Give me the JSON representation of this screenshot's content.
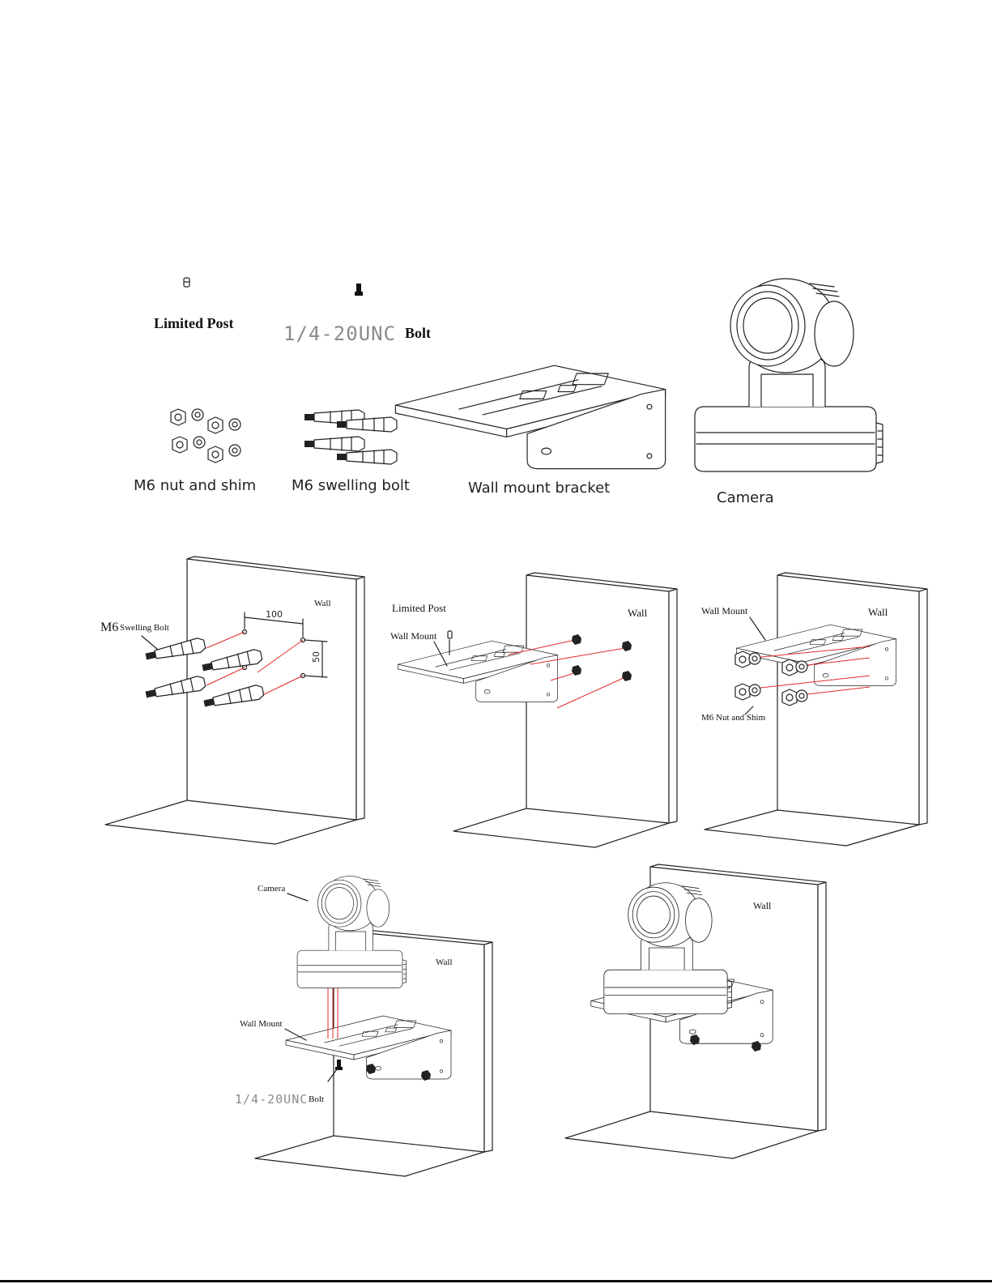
{
  "parts": {
    "limited_post": "Limited Post",
    "unc_bolt_code": "1/4-20UNC",
    "unc_bolt_word": "Bolt",
    "nut_shim": "M6 nut and shim",
    "swelling_bolt": "M6 swelling bolt",
    "bracket": "Wall mount bracket",
    "camera": "Camera"
  },
  "step1": {
    "m6": "M6",
    "swelling_bolt": "Swelling Bolt",
    "wall": "Wall",
    "dim_horizontal": "100",
    "dim_vertical": "50"
  },
  "step2": {
    "limited_post": "Limited Post",
    "wall_mount": "Wall Mount",
    "wall": "Wall"
  },
  "step3": {
    "wall_mount": "Wall Mount",
    "wall": "Wall",
    "nut_shim": "M6 Nut and Shim"
  },
  "step4": {
    "camera": "Camera",
    "wall": "Wall",
    "wall_mount": "Wall Mount",
    "bolt_code": "1/4-20UNC",
    "bolt_word": "Bolt"
  },
  "step5": {
    "wall": "Wall"
  },
  "colors": {
    "line": "#222222",
    "guide": "#e32b2b",
    "bolt_code_gray": "#8a8a8a"
  }
}
